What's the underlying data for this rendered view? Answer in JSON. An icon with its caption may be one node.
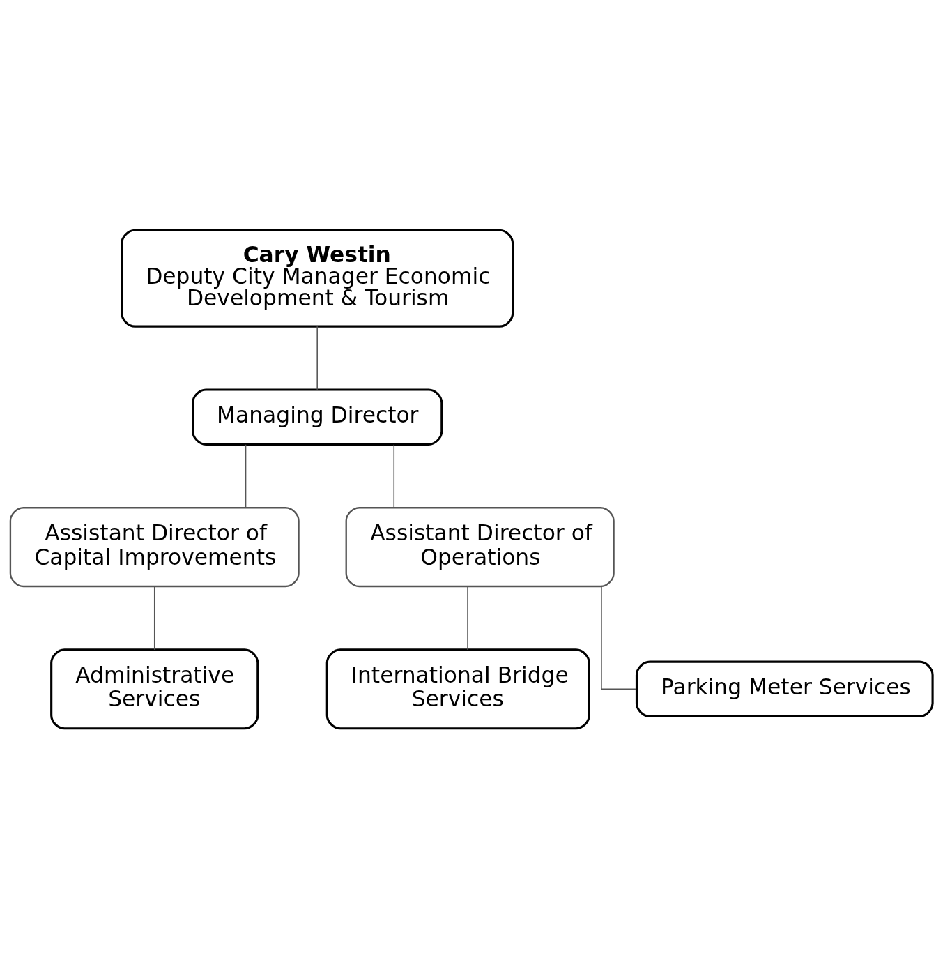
{
  "diagram": {
    "nodes": [
      {
        "text": [
          "Cary Westin",
          "Deputy City Manager Economic Development & Tourism"
        ]
      },
      {
        "text": [
          "Managing Director"
        ]
      },
      {
        "text": [
          "Assistant Director of Capital Improvements"
        ]
      },
      {
        "text": [
          "Assistant Director of Operations"
        ]
      },
      {
        "text": [
          "Administrative Services"
        ]
      },
      {
        "text": [
          "International Bridge Services"
        ]
      },
      {
        "text": [
          "Parking Meter Services"
        ]
      }
    ],
    "edges": [
      {
        "from": 0,
        "to": 1,
        "arrow": "none"
      },
      {
        "from": 1,
        "to": 2,
        "arrow": "none"
      },
      {
        "from": 1,
        "to": 3,
        "arrow": "none"
      },
      {
        "from": 2,
        "to": 4,
        "arrow": "none"
      },
      {
        "from": 3,
        "to": 5,
        "arrow": "none"
      },
      {
        "from": 3,
        "to": 6,
        "arrow": "none"
      }
    ]
  }
}
